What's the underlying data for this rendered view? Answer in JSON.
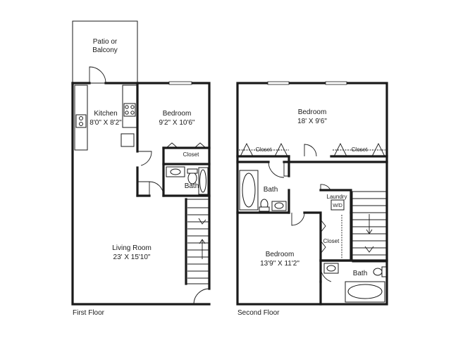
{
  "first_floor": {
    "caption": "First Floor",
    "patio": {
      "line1": "Patio or",
      "line2": "Balcony"
    },
    "kitchen": {
      "name": "Kitchen",
      "size": "8'0\" X 8'2\""
    },
    "bedroom": {
      "name": "Bedroom",
      "size": "9'2\" X 10'6\""
    },
    "closet": "Closet",
    "bath": "Bath",
    "living": {
      "name": "Living Room",
      "size": "23' X 15'10\""
    }
  },
  "second_floor": {
    "caption": "Second Floor",
    "bedroom_top": {
      "name": "Bedroom",
      "size": "18' X 9'6\""
    },
    "closet_left": "Closet",
    "closet_right": "Closet",
    "bath_left": "Bath",
    "laundry": "Laundry",
    "wd": "W/D",
    "closet_mid": "Closet",
    "bedroom_bottom": {
      "name": "Bedroom",
      "size": "13'9\" X 11'2\""
    },
    "bath_right": "Bath"
  }
}
